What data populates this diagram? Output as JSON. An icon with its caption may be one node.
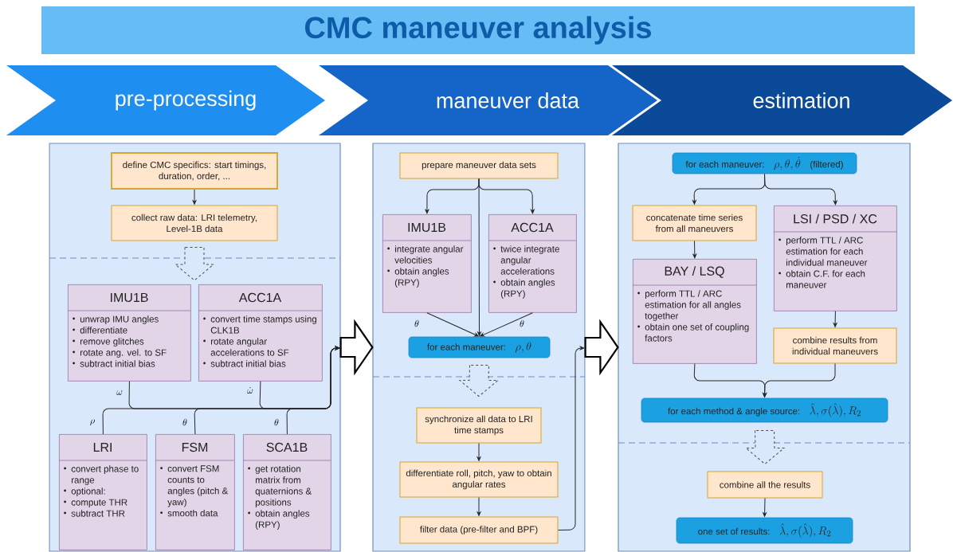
{
  "diagram": {
    "title": "CMC maneuver analysis",
    "nodes": [
      {
        "text": [
          "pre-processing"
        ]
      },
      {
        "text": [
          "maneuver data"
        ]
      },
      {
        "text": [
          "estimation"
        ]
      },
      {
        "text": [],
        "shape": "box"
      },
      {
        "text": [],
        "shape": "box"
      },
      {
        "text": [],
        "shape": "box"
      },
      {
        "text": [
          "define CMC specifics: start timings, duration, order, ..."
        ],
        "in": 3
      },
      {
        "text": [
          "collect raw data: LRI telemetry, Level-1B data"
        ],
        "in": 3
      },
      {
        "text": [
          "IMU1B",
          "unwrap IMU angles",
          "differentiate",
          "remove glitches",
          "rotate ang. vel. to SF",
          "subtract initial bias"
        ],
        "in": 3
      },
      {
        "text": [
          "ACC1A",
          "convert time stamps using CLK1B",
          "rotate angular accelerations to SF",
          "subtract initial bias"
        ],
        "in": 3
      },
      {
        "text": [
          "LRI",
          "convert phase to range",
          "optional:",
          "compute THR",
          "subtract THR"
        ],
        "in": 3
      },
      {
        "text": [
          "FSM",
          "convert FSM counts to angles (pitch & yaw)",
          "smooth data"
        ],
        "in": 3
      },
      {
        "text": [
          "SCA1B",
          "get rotation matrix from quaternions & positions",
          "obtain angles (RPY)"
        ],
        "in": 3
      },
      {
        "text": [
          "prepare maneuver data sets"
        ],
        "in": 4
      },
      {
        "text": [
          "IMU1B",
          "integrate angular velocities",
          "obtain angles (RPY)"
        ],
        "in": 4
      },
      {
        "text": [
          "ACC1A",
          "twice integrate angular accelerations",
          "obtain angles (RPY)"
        ],
        "in": 4
      },
      {
        "text": [
          "for each maneuver:",
          "\\rho, \\theta"
        ],
        "in": 4
      },
      {
        "text": [
          "synchronize all data to LRI time stamps"
        ],
        "in": 4
      },
      {
        "text": [
          "differentiate roll, pitch, yaw to obtain angular rates"
        ],
        "in": 4
      },
      {
        "text": [
          "filter data (pre-filter and BPF)"
        ],
        "in": 4
      },
      {
        "text": [
          "for each maneuver:",
          "\\rho, \\theta, \\dot{\\theta}",
          "(filtered)"
        ],
        "in": 5
      },
      {
        "text": [
          "concatenate time series from all maneuvers"
        ],
        "in": 5
      },
      {
        "text": [
          "LSI / PSD / XC",
          "perform TTL / ARC estimation for each individual maneuver",
          "obtain C.F. for each maneuver"
        ],
        "in": 5
      },
      {
        "text": [
          "BAY / LSQ",
          "perform TTL / ARC estimation for all angles together",
          "obtain one set of coupling factors"
        ],
        "in": 5
      },
      {
        "text": [
          "combine results from individual maneuvers"
        ],
        "in": 5
      },
      {
        "text": [
          "for each method & angle source:",
          "\\hat{\\lambda}, \\sigma(\\hat{\\lambda}), R_2"
        ],
        "in": 5
      },
      {
        "text": [
          "combine all the results"
        ],
        "in": 5
      },
      {
        "text": [
          "one set of results:",
          "\\hat{\\lambda}, \\sigma(\\hat{\\lambda}), R_2"
        ],
        "in": 5
      }
    ],
    "edges": [
      {
        "from": 3,
        "to": 4,
        "arrow": "to",
        "style": "thick"
      },
      {
        "from": 4,
        "to": 5,
        "arrow": "to",
        "style": "thick"
      },
      {
        "from": 6,
        "to": 7,
        "arrow": "to"
      },
      {
        "from": 7,
        "to": null,
        "arrow": "to",
        "style": "dashed"
      },
      {
        "from": 8,
        "to": null,
        "arrow": "to",
        "label": "\\omega"
      },
      {
        "from": 9,
        "to": null,
        "arrow": "to",
        "label": "\\dot{\\omega}"
      },
      {
        "from": 10,
        "to": null,
        "arrow": "to",
        "label": "\\rho"
      },
      {
        "from": 11,
        "to": null,
        "arrow": "to",
        "label": "\\theta"
      },
      {
        "from": 12,
        "to": null,
        "arrow": "to",
        "label": "\\theta"
      },
      {
        "from": 13,
        "to": 14,
        "arrow": "to"
      },
      {
        "from": 13,
        "to": 16,
        "arrow": "to"
      },
      {
        "from": 13,
        "to": 15,
        "arrow": "to"
      },
      {
        "from": 14,
        "to": 16,
        "arrow": "to",
        "label": "\\theta"
      },
      {
        "from": 15,
        "to": 16,
        "arrow": "to",
        "label": "\\theta"
      },
      {
        "from": 16,
        "to": 17,
        "arrow": "to",
        "style": "dashed"
      },
      {
        "from": 17,
        "to": 18,
        "arrow": "to"
      },
      {
        "from": 18,
        "to": 19,
        "arrow": "to"
      },
      {
        "from": 19,
        "to": null,
        "arrow": "to"
      },
      {
        "from": 20,
        "to": 21,
        "arrow": "to"
      },
      {
        "from": 20,
        "to": 22,
        "arrow": "to"
      },
      {
        "from": 21,
        "to": 23,
        "arrow": "to"
      },
      {
        "from": 22,
        "to": 24,
        "arrow": "to"
      },
      {
        "from": 23,
        "to": 25,
        "arrow": "to"
      },
      {
        "from": 24,
        "to": 25,
        "arrow": "to"
      },
      {
        "from": 25,
        "to": 26,
        "arrow": "to",
        "style": "dashed"
      },
      {
        "from": 26,
        "to": 27,
        "arrow": "to"
      }
    ]
  }
}
